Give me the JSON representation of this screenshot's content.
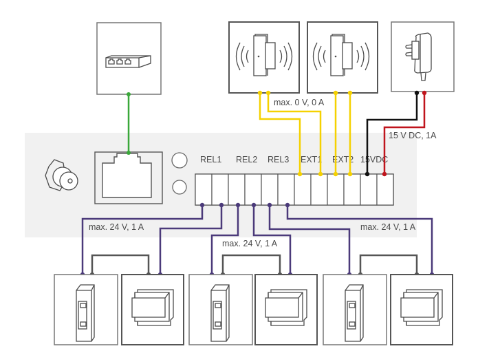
{
  "diagram": {
    "title": "Wiring diagram",
    "colors": {
      "network": "#3aa83a",
      "input": "#f5d100",
      "relay": "#4b3a7a",
      "power_negative": "#111111",
      "power_positive": "#c0141c",
      "load": "#555555",
      "panel_bg": "#f1f1f1"
    },
    "devices": {
      "network_switch": {
        "icon": "network-switch-icon"
      },
      "door_sensor_1": {
        "icon": "door-sensor-icon"
      },
      "door_sensor_2": {
        "icon": "door-sensor-icon"
      },
      "power_adapter": {
        "icon": "power-adapter-icon"
      },
      "loads": [
        {
          "lock_icon": "door-strike-icon",
          "psu_icon": "din-rail-psu-icon"
        },
        {
          "lock_icon": "door-strike-icon",
          "psu_icon": "din-rail-psu-icon"
        },
        {
          "lock_icon": "door-strike-icon",
          "psu_icon": "din-rail-psu-icon"
        }
      ]
    },
    "terminal_labels": [
      "REL1",
      "REL2",
      "REL3",
      "EXT1",
      "EXT2",
      "15VDC"
    ],
    "annotations": {
      "inputs": "max. 0 V, 0 A",
      "power": "15 V DC, 1A",
      "relay1": "max. 24 V, 1 A",
      "relay2": "max. 24 V, 1 A",
      "relay3": "max. 24 V, 1 A"
    }
  }
}
